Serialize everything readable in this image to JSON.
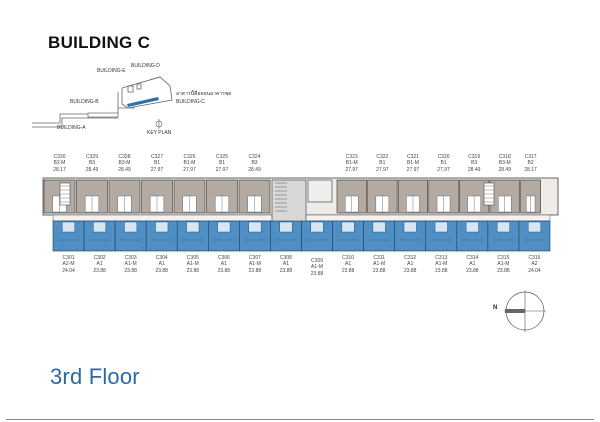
{
  "title": "BUILDING C",
  "floor_label": "3rd Floor",
  "key_plan": {
    "label": "KEY PLAN",
    "buildings": [
      "BUILDING-A",
      "BUILDING-B",
      "BUILDING-C",
      "BUILDING-D",
      "BUILDING-E"
    ],
    "thai_note": "อาคารนี้คือคอนอาคารชุด"
  },
  "top_units": [
    {
      "id": "C330",
      "type": "B2-M",
      "area": "28.17"
    },
    {
      "id": "C329",
      "type": "B3",
      "area": "28.49"
    },
    {
      "id": "C328",
      "type": "B3-M",
      "area": "28.49"
    },
    {
      "id": "C327",
      "type": "B1",
      "area": "27.97"
    },
    {
      "id": "C326",
      "type": "B1-M",
      "area": "27.97"
    },
    {
      "id": "C325",
      "type": "B1",
      "area": "27.97"
    },
    {
      "id": "C324",
      "type": "B3",
      "area": "28.49"
    },
    {
      "id": "C323",
      "type": "B1-M",
      "area": "27.97"
    },
    {
      "id": "C322",
      "type": "B1",
      "area": "27.97"
    },
    {
      "id": "C321",
      "type": "B1-M",
      "area": "27.97"
    },
    {
      "id": "C320",
      "type": "B1",
      "area": "27.97"
    },
    {
      "id": "C319",
      "type": "B3",
      "area": "28.49"
    },
    {
      "id": "C318",
      "type": "B3-M",
      "area": "28.49"
    },
    {
      "id": "C317",
      "type": "B2",
      "area": "28.17"
    }
  ],
  "bottom_units": [
    {
      "id": "C301",
      "type": "A2-M",
      "area": "24.04"
    },
    {
      "id": "C302",
      "type": "A1",
      "area": "23.88"
    },
    {
      "id": "C303",
      "type": "A1-M",
      "area": "23.88"
    },
    {
      "id": "C304",
      "type": "A1",
      "area": "23.88"
    },
    {
      "id": "C305",
      "type": "A1-M",
      "area": "23.88"
    },
    {
      "id": "C306",
      "type": "A1",
      "area": "23.88"
    },
    {
      "id": "C307",
      "type": "A1-M",
      "area": "23.88"
    },
    {
      "id": "C308",
      "type": "A1",
      "area": "23.88"
    },
    {
      "id": "C309",
      "type": "A1-M",
      "area": "23.88"
    },
    {
      "id": "C310",
      "type": "A1",
      "area": "23.88"
    },
    {
      "id": "C311",
      "type": "A1-M",
      "area": "23.88"
    },
    {
      "id": "C312",
      "type": "A1",
      "area": "23.88"
    },
    {
      "id": "C313",
      "type": "A1-M",
      "area": "23.88"
    },
    {
      "id": "C314",
      "type": "A1",
      "area": "23.88"
    },
    {
      "id": "C315",
      "type": "A1-M",
      "area": "23.88"
    },
    {
      "id": "C316",
      "type": "A2",
      "area": "24.04"
    }
  ],
  "compass": {
    "label": "N"
  },
  "colors": {
    "top_units": "#b3aba3",
    "bottom_units": "#4f8fc4",
    "accent": "#2b6aa6"
  }
}
